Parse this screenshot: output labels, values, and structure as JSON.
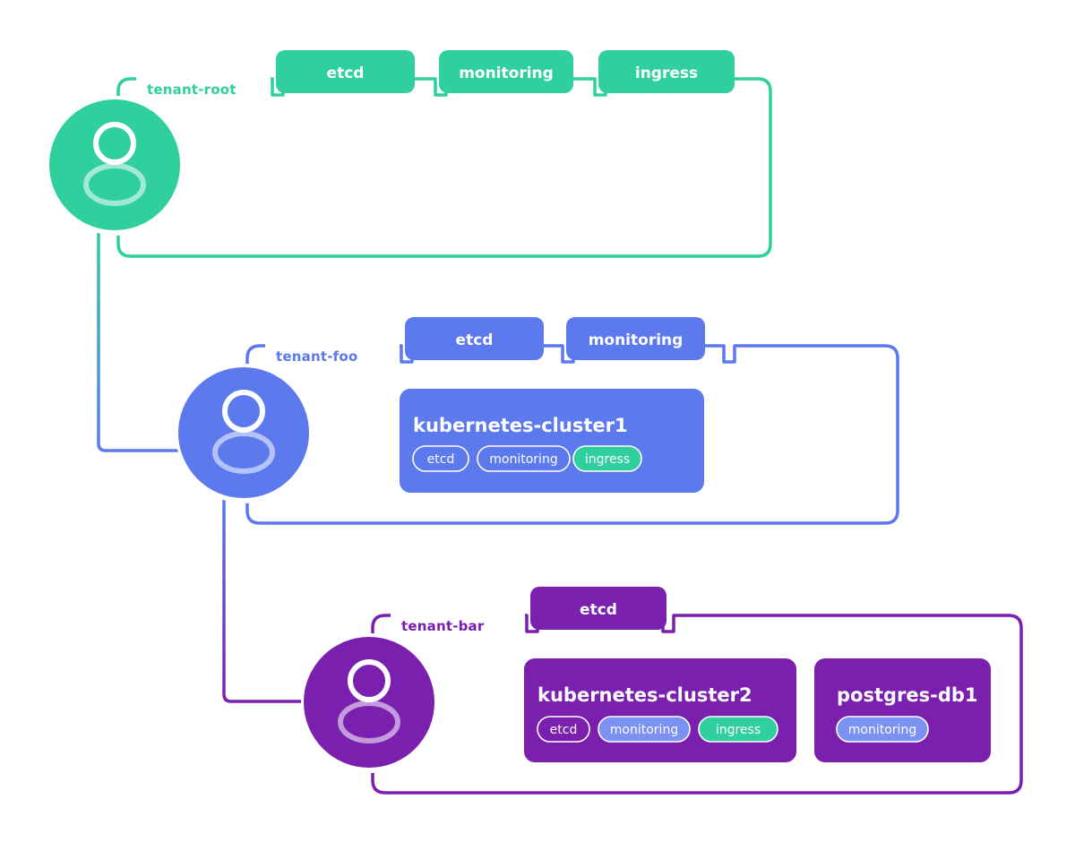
{
  "diagram": {
    "type": "tenant-hierarchy",
    "title": "",
    "background": "#ffffff",
    "colors": {
      "green": "#2FCF9E",
      "green_light": "#34D3A2",
      "blue": "#5C79EE",
      "blue_light": "#7B92F2",
      "purple": "#7B1FAF",
      "purple_border": "#7B1FAF",
      "white": "#ffffff",
      "avatar_body": "#ffffff"
    },
    "tenants": [
      {
        "id": "tenant-root",
        "label": "tenant-root",
        "color": "#2FCF9E",
        "avatar_icon": "user-avatar-icon",
        "tabs": [
          {
            "label": "etcd"
          },
          {
            "label": "monitoring"
          },
          {
            "label": "ingress"
          }
        ],
        "cards": []
      },
      {
        "id": "tenant-foo",
        "label": "tenant-foo",
        "color": "#5C79EE",
        "avatar_icon": "user-avatar-icon",
        "tabs": [
          {
            "label": "etcd"
          },
          {
            "label": "monitoring"
          }
        ],
        "cards": [
          {
            "title": "kubernetes-cluster1",
            "chips": [
              {
                "label": "etcd",
                "style": "outline"
              },
              {
                "label": "monitoring",
                "style": "outline"
              },
              {
                "label": "ingress",
                "style": "green"
              }
            ]
          }
        ]
      },
      {
        "id": "tenant-bar",
        "label": "tenant-bar",
        "color": "#7B1FAF",
        "avatar_icon": "user-avatar-icon",
        "tabs": [
          {
            "label": "etcd"
          }
        ],
        "cards": [
          {
            "title": "kubernetes-cluster2",
            "chips": [
              {
                "label": "etcd",
                "style": "outline"
              },
              {
                "label": "monitoring",
                "style": "blue"
              },
              {
                "label": "ingress",
                "style": "green"
              }
            ]
          },
          {
            "title": "postgres-db1",
            "chips": [
              {
                "label": "monitoring",
                "style": "blue"
              }
            ]
          }
        ]
      }
    ],
    "connectors": [
      {
        "from": "tenant-root",
        "to": "tenant-foo"
      },
      {
        "from": "tenant-foo",
        "to": "tenant-bar"
      }
    ]
  }
}
